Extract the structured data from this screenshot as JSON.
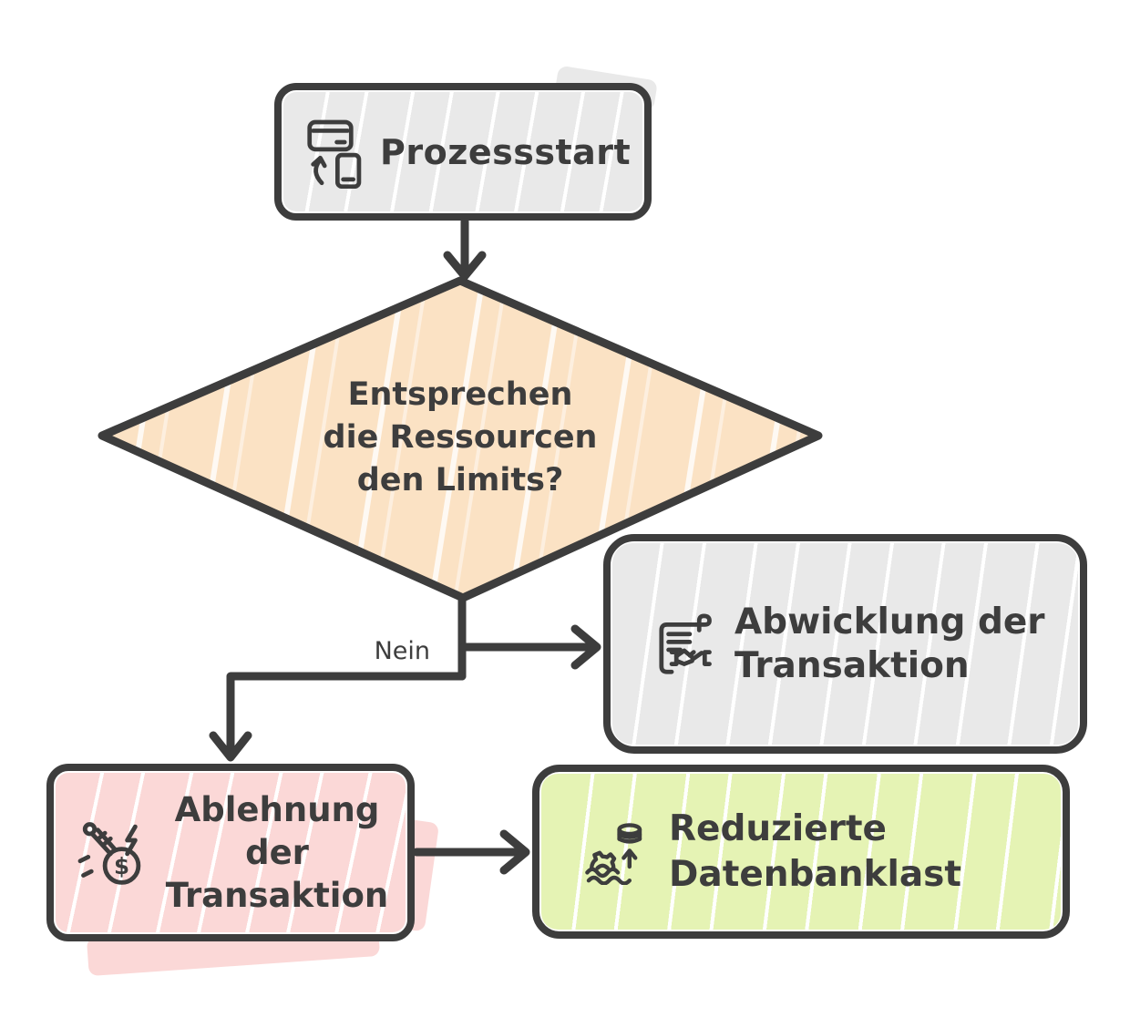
{
  "diagram_type": "flowchart",
  "colors": {
    "stroke": "#3d3d3d",
    "text": "#3d3d3d",
    "background": "#ffffff",
    "start_fill": "#e9e9e9",
    "decision_fill": "#fbe2c4",
    "settle_fill": "#e9e9e9",
    "reject_fill": "#fbd8d7",
    "reduced_fill": "#e5f3b4"
  },
  "nodes": {
    "start": {
      "shape": "rounded-rectangle",
      "fill": "#e9e9e9",
      "icon": "card-to-phone-transfer-icon",
      "label": "Prozessstart"
    },
    "decision": {
      "shape": "diamond",
      "fill": "#fbe2c4",
      "label": "Entsprechen die Ressourcen den Limits?",
      "line1": "Entsprechen",
      "line2": "die Ressourcen",
      "line3": "den Limits?"
    },
    "settle": {
      "shape": "rounded-rectangle",
      "fill": "#e9e9e9",
      "icon": "contract-handshake-icon",
      "label": "Abwicklung der Transaktion",
      "line1": "Abwicklung der",
      "line2": "Transaktion"
    },
    "reject": {
      "shape": "rounded-rectangle",
      "fill": "#fbd8d7",
      "icon": "rejected-payment-icon",
      "label": "Ablehnung der Transaktion",
      "line1": "Ablehnung",
      "line2": "der",
      "line3": "Transaktion"
    },
    "reduced": {
      "shape": "rounded-rectangle",
      "fill": "#e5f3b4",
      "icon": "database-gear-load-icon",
      "label": "Reduzierte Datenbanklast",
      "line1": "Reduzierte",
      "line2": "Datenbanklast"
    }
  },
  "edges": [
    {
      "from": "start",
      "to": "decision",
      "label": ""
    },
    {
      "from": "decision",
      "to": "settle",
      "label": ""
    },
    {
      "from": "decision",
      "to": "reject",
      "label": "Nein"
    },
    {
      "from": "reject",
      "to": "reduced",
      "label": ""
    }
  ],
  "edge_labels": {
    "nein": "Nein"
  }
}
